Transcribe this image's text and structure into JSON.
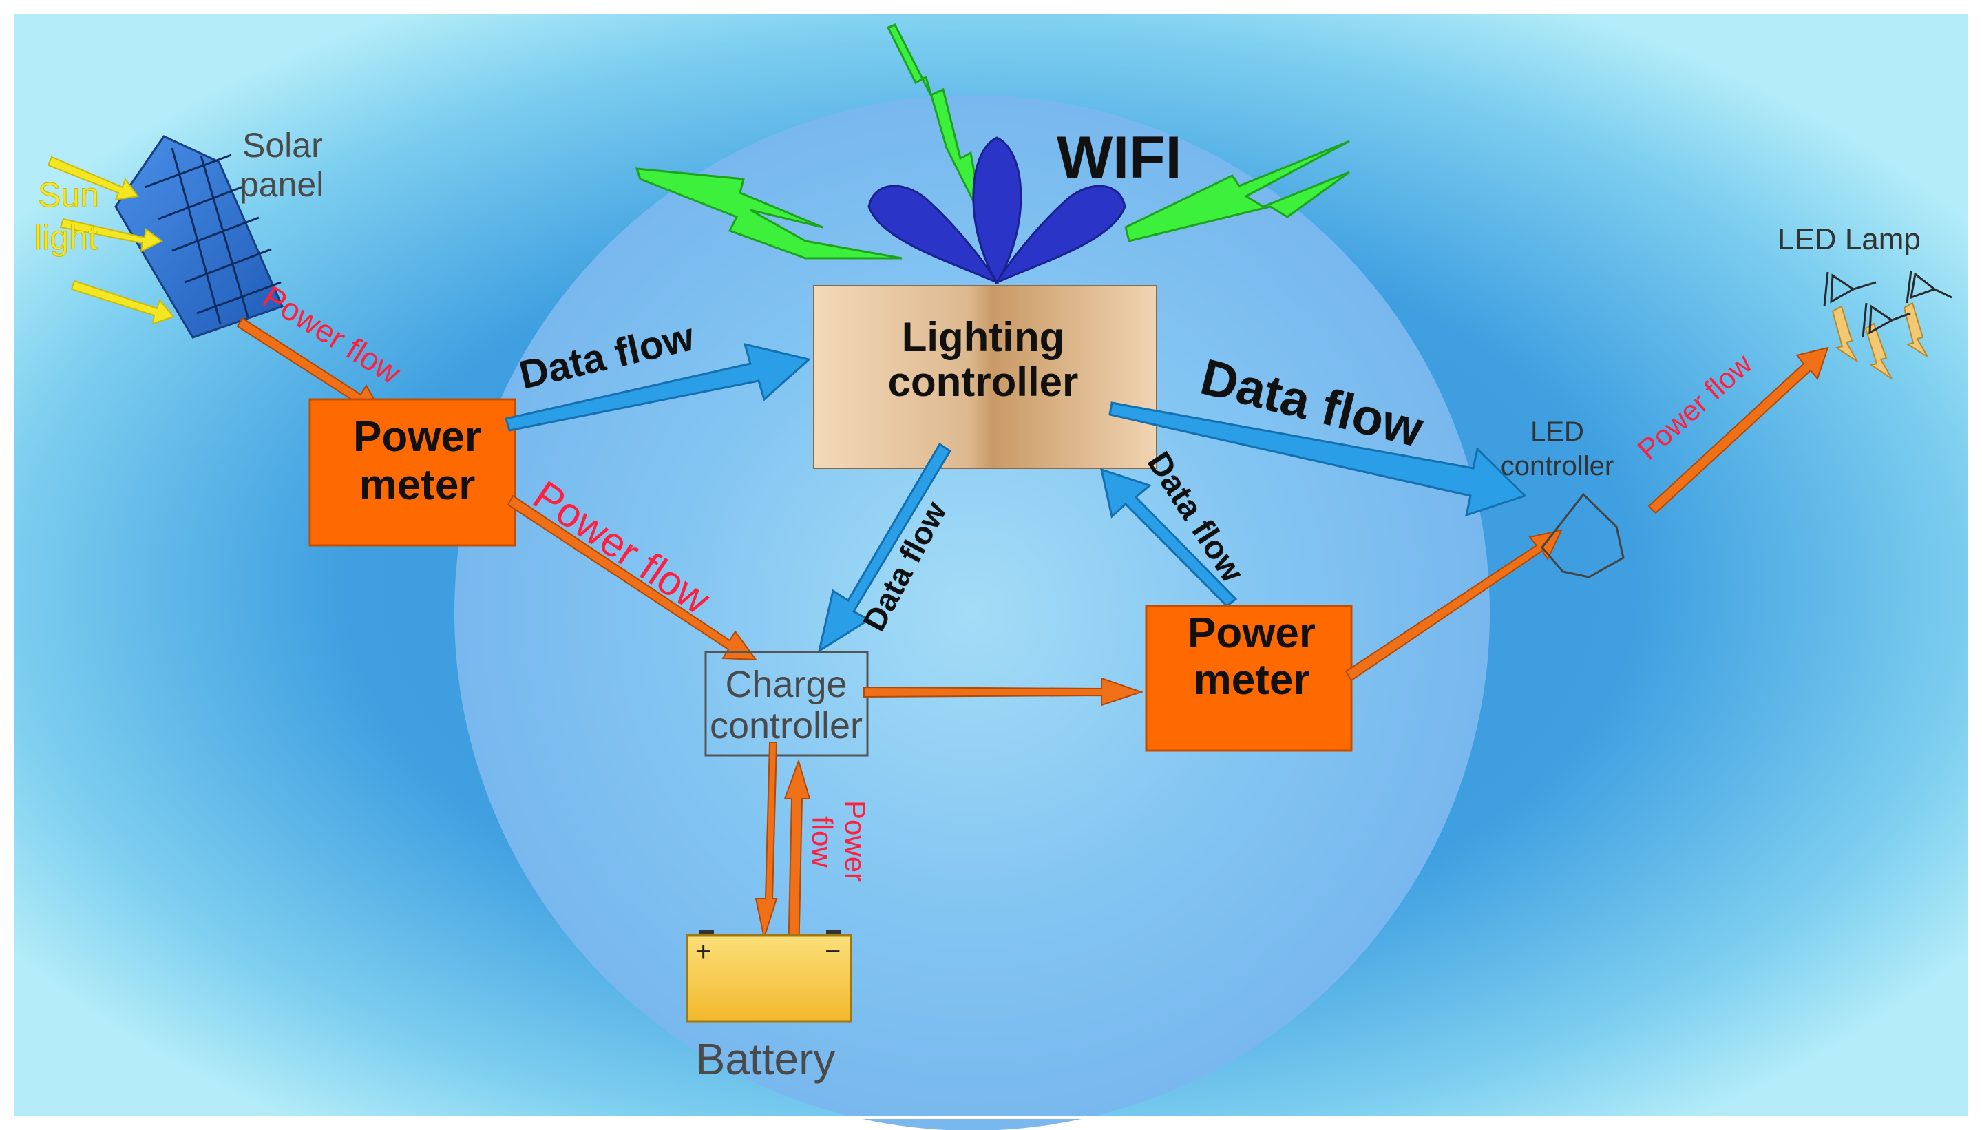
{
  "labels": {
    "wifi": "WIFI",
    "solar_panel_line1": "Solar",
    "solar_panel_line2": "panel",
    "sun_light_line1": "Sun",
    "sun_light_line2": "light",
    "led_lamp": "LED Lamp",
    "led_controller_line1": "LED",
    "led_controller_line2": "controller",
    "lighting_controller_line1": "Lighting",
    "lighting_controller_line2": "controller",
    "power_meter_left_line1": "Power",
    "power_meter_left_line2": "meter",
    "power_meter_right_line1": "Power",
    "power_meter_right_line2": "meter",
    "charge_controller_line1": "Charge",
    "charge_controller_line2": "controller",
    "battery": "Battery",
    "battery_plus": "+",
    "battery_minus": "−"
  },
  "flows": {
    "data_flow_top_left": "Data flow",
    "data_flow_right": "Data flow",
    "data_flow_center": "Data flow",
    "data_flow_right_center": "Data flow",
    "power_flow_solar": "Power flow",
    "power_flow_meter_to_charge": "Power flow",
    "power_flow_led": "Power flow",
    "power_flow_battery_line1": "Power",
    "power_flow_battery_line2": "flow"
  },
  "colors": {
    "background_edge": "#a9e8f6",
    "background_mid": "#3f9fe0",
    "inner_circle": "#7ebdf0",
    "data_arrow": "#2a9ee6",
    "power_arrow": "#f07018",
    "power_meter_fill": "#ff6a00",
    "power_label": "#ff2040",
    "wifi_lobe": "#2a35c8",
    "lightning": "#3cf03c",
    "sunlight": "#f4e620",
    "solar_panel": "#2f6fd0",
    "battery": "#f6c83c",
    "led_light": "#f3c872"
  }
}
